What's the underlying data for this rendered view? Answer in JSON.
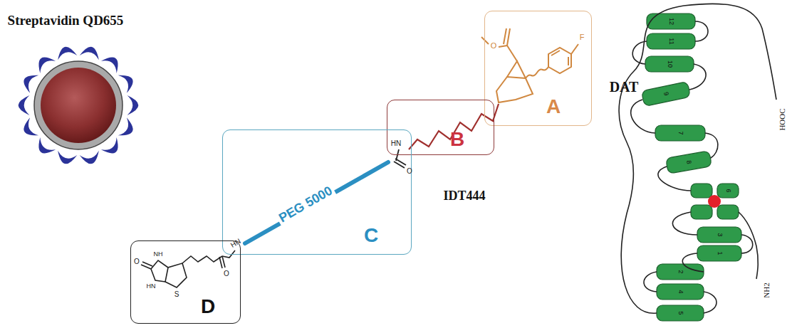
{
  "diagram": {
    "nodes": [
      {
        "text": [
          "A"
        ]
      },
      {
        "text": [
          "B"
        ]
      },
      {
        "text": [
          "PEG 5000",
          "C"
        ]
      },
      {
        "text": [
          "D"
        ]
      }
    ],
    "labels": [
      "Streptavidin QD655",
      "IDT444",
      "DAT",
      "NH2",
      "HOOC",
      "12",
      "11",
      "10",
      "9",
      "7",
      "8",
      "6",
      "3",
      "1",
      "2",
      "4",
      "5",
      "F",
      "O",
      "HN",
      "O",
      "HN",
      "O",
      "O",
      "NH",
      "HN",
      "S"
    ]
  }
}
